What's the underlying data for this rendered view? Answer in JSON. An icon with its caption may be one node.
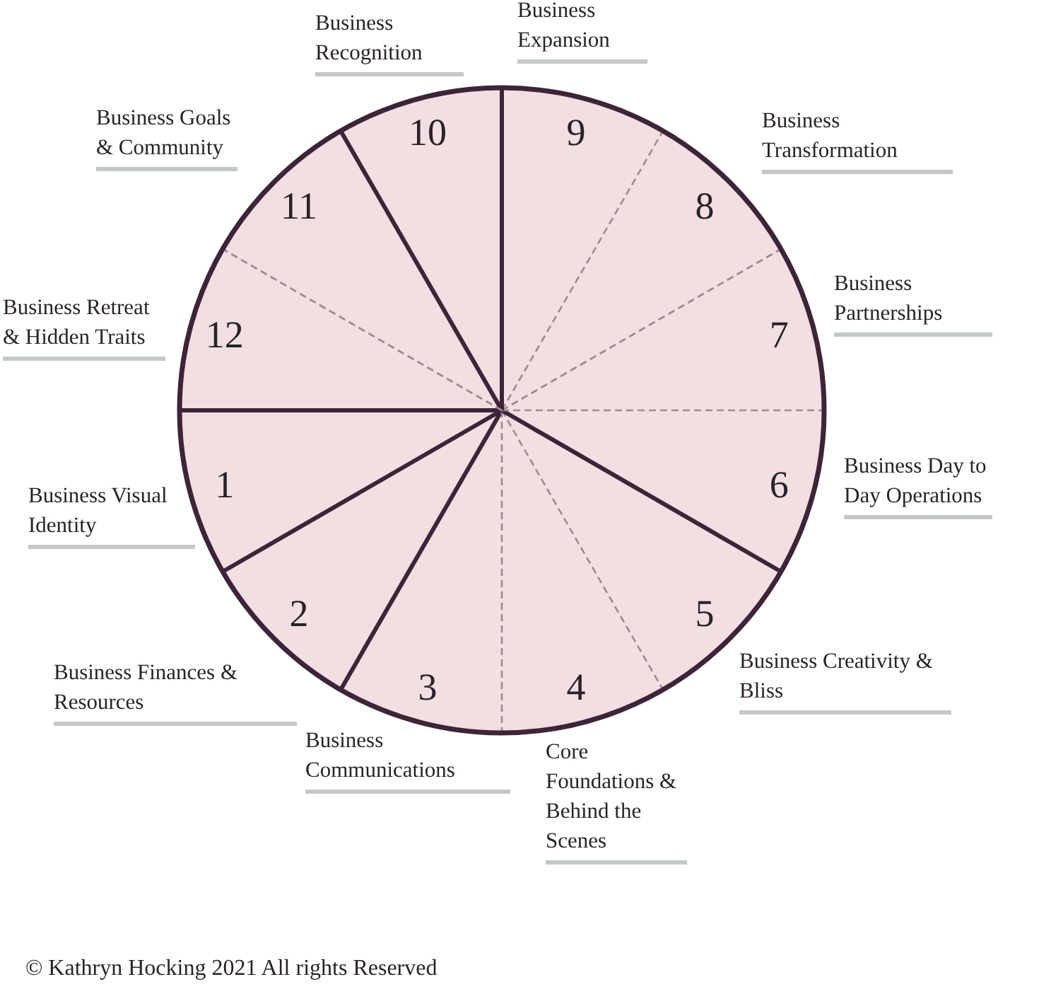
{
  "diagram": {
    "nodes": [
      {
        "text": [
          "1"
        ],
        "beside": [
          "Business Visual Identity"
        ]
      },
      {
        "text": [
          "2"
        ],
        "beside": [
          "Business Finances & Resources"
        ]
      },
      {
        "text": [
          "3"
        ],
        "beside": [
          "Business Communications"
        ]
      },
      {
        "text": [
          "4"
        ],
        "beside": [
          "Core Foundations & Behind the Scenes"
        ]
      },
      {
        "text": [
          "5"
        ],
        "beside": [
          "Business Creativity & Bliss"
        ]
      },
      {
        "text": [
          "6"
        ],
        "beside": [
          "Business Day to Day Operations"
        ]
      },
      {
        "text": [
          "7"
        ],
        "beside": [
          "Business Partnerships"
        ]
      },
      {
        "text": [
          "8"
        ],
        "beside": [
          "Business Transformation"
        ]
      },
      {
        "text": [
          "9"
        ],
        "beside": [
          "Business Expansion"
        ]
      },
      {
        "text": [
          "10"
        ],
        "beside": [
          "Business Recognition"
        ]
      },
      {
        "text": [
          "11"
        ],
        "beside": [
          "Business Goals & Community"
        ]
      },
      {
        "text": [
          "12"
        ],
        "beside": [
          "Business Retreat & Hidden Traits"
        ]
      }
    ],
    "labels": [
      "© Kathryn Hocking 2021 All rights Reserved"
    ]
  }
}
